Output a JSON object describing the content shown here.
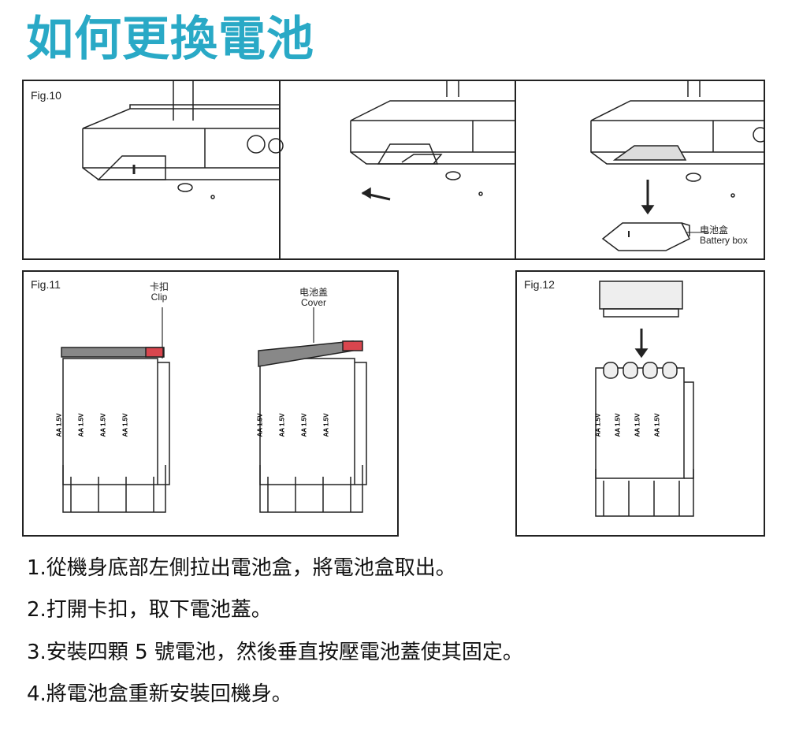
{
  "title": "如何更換電池",
  "figures": {
    "fig10": {
      "label": "Fig.10",
      "battery_box_cn": "电池盒",
      "battery_box_en": "Battery box"
    },
    "fig11": {
      "label": "Fig.11",
      "clip_cn": "卡扣",
      "clip_en": "Clip",
      "cover_cn": "电池盖",
      "cover_en": "Cover"
    },
    "fig12": {
      "label": "Fig.12"
    },
    "battery_label": "AA 1.5V"
  },
  "steps": [
    "1.從機身底部左側拉出電池盒，將電池盒取出。",
    "2.打開卡扣，取下電池蓋。",
    "3.安裝四顆 5 號電池，然後垂直按壓電池蓋使其固定。",
    "4.將電池盒重新安裝回機身。"
  ],
  "colors": {
    "title": "#29a9c6",
    "clip": "#d9464e",
    "cover": "#8a8a8a"
  }
}
